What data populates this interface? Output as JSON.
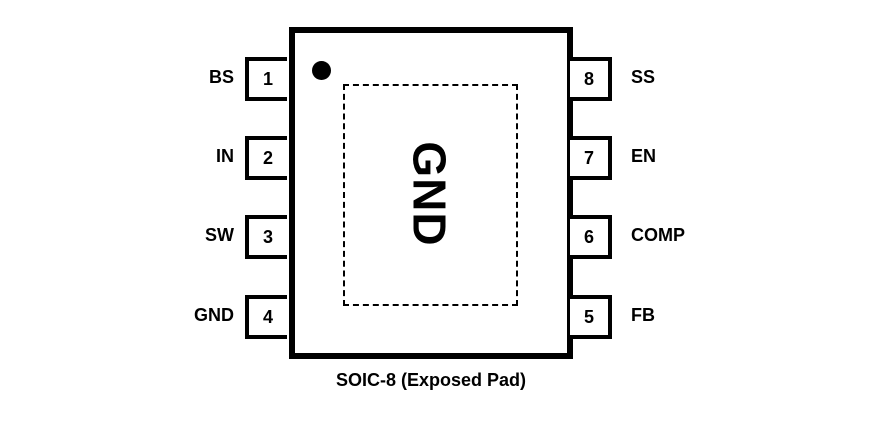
{
  "package": {
    "caption": "SOIC-8 (Exposed Pad)",
    "exposed_pad_label": "GND"
  },
  "pins_left": [
    {
      "number": "1",
      "name": "BS"
    },
    {
      "number": "2",
      "name": "IN"
    },
    {
      "number": "3",
      "name": "SW"
    },
    {
      "number": "4",
      "name": "GND"
    }
  ],
  "pins_right": [
    {
      "number": "8",
      "name": "SS"
    },
    {
      "number": "7",
      "name": "EN"
    },
    {
      "number": "6",
      "name": "COMP"
    },
    {
      "number": "5",
      "name": "FB"
    }
  ]
}
